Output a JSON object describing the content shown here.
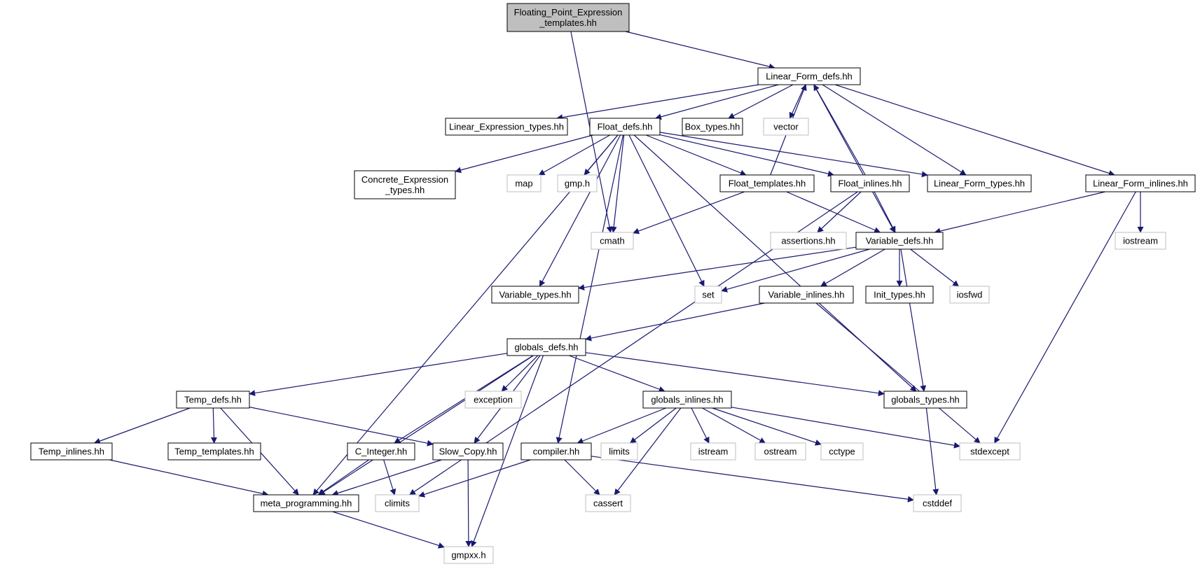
{
  "colors": {
    "edge": "#191970",
    "root_fill": "#bfbfbf",
    "local_stroke": "#000000",
    "system_stroke": "#bfbfbf"
  },
  "nodes": [
    {
      "id": "fpet",
      "label": [
        "Floating_Point_Expression",
        "_templates.hh"
      ],
      "kind": "root"
    },
    {
      "id": "lfd",
      "label": [
        "Linear_Form_defs.hh"
      ],
      "kind": "local"
    },
    {
      "id": "let",
      "label": [
        "Linear_Expression_types.hh"
      ],
      "kind": "local"
    },
    {
      "id": "fd",
      "label": [
        "Float_defs.hh"
      ],
      "kind": "local"
    },
    {
      "id": "bt",
      "label": [
        "Box_types.hh"
      ],
      "kind": "local"
    },
    {
      "id": "vec",
      "label": [
        "vector"
      ],
      "kind": "system"
    },
    {
      "id": "cet",
      "label": [
        "Concrete_Expression",
        "_types.hh"
      ],
      "kind": "local"
    },
    {
      "id": "map",
      "label": [
        "map"
      ],
      "kind": "system"
    },
    {
      "id": "gmph",
      "label": [
        "gmp.h"
      ],
      "kind": "system"
    },
    {
      "id": "ft",
      "label": [
        "Float_templates.hh"
      ],
      "kind": "local"
    },
    {
      "id": "fi",
      "label": [
        "Float_inlines.hh"
      ],
      "kind": "local"
    },
    {
      "id": "lft",
      "label": [
        "Linear_Form_types.hh"
      ],
      "kind": "local"
    },
    {
      "id": "lfi",
      "label": [
        "Linear_Form_inlines.hh"
      ],
      "kind": "local"
    },
    {
      "id": "cmath",
      "label": [
        "cmath"
      ],
      "kind": "system"
    },
    {
      "id": "ass",
      "label": [
        "assertions.hh"
      ],
      "kind": "system"
    },
    {
      "id": "vd",
      "label": [
        "Variable_defs.hh"
      ],
      "kind": "local"
    },
    {
      "id": "iostr",
      "label": [
        "iostream"
      ],
      "kind": "system"
    },
    {
      "id": "vt",
      "label": [
        "Variable_types.hh"
      ],
      "kind": "local"
    },
    {
      "id": "set",
      "label": [
        "set"
      ],
      "kind": "system"
    },
    {
      "id": "vi",
      "label": [
        "Variable_inlines.hh"
      ],
      "kind": "local"
    },
    {
      "id": "it",
      "label": [
        "Init_types.hh"
      ],
      "kind": "local"
    },
    {
      "id": "iosfwd",
      "label": [
        "iosfwd"
      ],
      "kind": "system"
    },
    {
      "id": "gd",
      "label": [
        "globals_defs.hh"
      ],
      "kind": "local"
    },
    {
      "id": "td",
      "label": [
        "Temp_defs.hh"
      ],
      "kind": "local"
    },
    {
      "id": "exc",
      "label": [
        "exception"
      ],
      "kind": "system"
    },
    {
      "id": "gi",
      "label": [
        "globals_inlines.hh"
      ],
      "kind": "local"
    },
    {
      "id": "gt",
      "label": [
        "globals_types.hh"
      ],
      "kind": "local"
    },
    {
      "id": "tinl",
      "label": [
        "Temp_inlines.hh"
      ],
      "kind": "local"
    },
    {
      "id": "ttpl",
      "label": [
        "Temp_templates.hh"
      ],
      "kind": "local"
    },
    {
      "id": "ci",
      "label": [
        "C_Integer.hh"
      ],
      "kind": "local"
    },
    {
      "id": "sc",
      "label": [
        "Slow_Copy.hh"
      ],
      "kind": "local"
    },
    {
      "id": "comp",
      "label": [
        "compiler.hh"
      ],
      "kind": "local"
    },
    {
      "id": "lim",
      "label": [
        "limits"
      ],
      "kind": "system"
    },
    {
      "id": "ist",
      "label": [
        "istream"
      ],
      "kind": "system"
    },
    {
      "id": "ost",
      "label": [
        "ostream"
      ],
      "kind": "system"
    },
    {
      "id": "cct",
      "label": [
        "cctype"
      ],
      "kind": "system"
    },
    {
      "id": "stdx",
      "label": [
        "stdexcept"
      ],
      "kind": "system"
    },
    {
      "id": "mp",
      "label": [
        "meta_programming.hh"
      ],
      "kind": "local"
    },
    {
      "id": "clim",
      "label": [
        "climits"
      ],
      "kind": "system"
    },
    {
      "id": "cass",
      "label": [
        "cassert"
      ],
      "kind": "system"
    },
    {
      "id": "cstd",
      "label": [
        "cstddef"
      ],
      "kind": "system"
    },
    {
      "id": "gmpxx",
      "label": [
        "gmpxx.h"
      ],
      "kind": "system"
    }
  ],
  "edges": [
    [
      "fpet",
      "lfd"
    ],
    [
      "fpet",
      "cmath"
    ],
    [
      "lfd",
      "let"
    ],
    [
      "lfd",
      "fd"
    ],
    [
      "lfd",
      "bt"
    ],
    [
      "lfd",
      "vec"
    ],
    [
      "lfd",
      "lft"
    ],
    [
      "lfd",
      "lfi"
    ],
    [
      "lfd",
      "vd"
    ],
    [
      "fd",
      "cet"
    ],
    [
      "fd",
      "map"
    ],
    [
      "fd",
      "gmph"
    ],
    [
      "fd",
      "cmath"
    ],
    [
      "fd",
      "ft"
    ],
    [
      "fd",
      "fi"
    ],
    [
      "fd",
      "lft"
    ],
    [
      "fd",
      "vt"
    ],
    [
      "fd",
      "set"
    ],
    [
      "fd",
      "gt"
    ],
    [
      "fd",
      "comp"
    ],
    [
      "fd",
      "mp"
    ],
    [
      "ft",
      "lfd"
    ],
    [
      "ft",
      "cmath"
    ],
    [
      "ft",
      "vd"
    ],
    [
      "fi",
      "lfd"
    ],
    [
      "fi",
      "ass"
    ],
    [
      "fi",
      "vd"
    ],
    [
      "fi",
      "clim"
    ],
    [
      "lfi",
      "vd"
    ],
    [
      "lfi",
      "iostr"
    ],
    [
      "lfi",
      "stdx"
    ],
    [
      "vd",
      "vt"
    ],
    [
      "vd",
      "set"
    ],
    [
      "vd",
      "vi"
    ],
    [
      "vd",
      "it"
    ],
    [
      "vd",
      "iosfwd"
    ],
    [
      "vd",
      "gt"
    ],
    [
      "vi",
      "gd"
    ],
    [
      "vi",
      "stdx"
    ],
    [
      "gd",
      "td"
    ],
    [
      "gd",
      "exc"
    ],
    [
      "gd",
      "gi"
    ],
    [
      "gd",
      "gt"
    ],
    [
      "gd",
      "ci"
    ],
    [
      "gd",
      "sc"
    ],
    [
      "gd",
      "mp"
    ],
    [
      "gd",
      "gmpxx"
    ],
    [
      "td",
      "tinl"
    ],
    [
      "td",
      "ttpl"
    ],
    [
      "td",
      "sc"
    ],
    [
      "td",
      "mp"
    ],
    [
      "gi",
      "comp"
    ],
    [
      "gi",
      "lim"
    ],
    [
      "gi",
      "ist"
    ],
    [
      "gi",
      "ost"
    ],
    [
      "gi",
      "cct"
    ],
    [
      "gi",
      "stdx"
    ],
    [
      "gi",
      "cass"
    ],
    [
      "gt",
      "cstd"
    ],
    [
      "tinl",
      "mp"
    ],
    [
      "ci",
      "mp"
    ],
    [
      "ci",
      "clim"
    ],
    [
      "sc",
      "mp"
    ],
    [
      "sc",
      "gmpxx"
    ],
    [
      "comp",
      "clim"
    ],
    [
      "comp",
      "cass"
    ],
    [
      "comp",
      "cstd"
    ],
    [
      "mp",
      "gmpxx"
    ]
  ]
}
